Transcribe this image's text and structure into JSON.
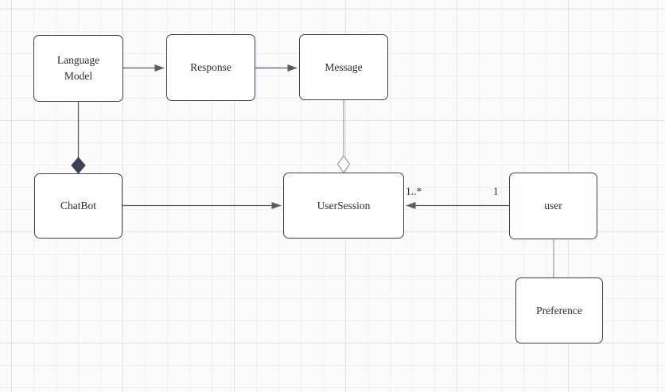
{
  "diagram": {
    "type": "uml-class-diagram",
    "nodes": [
      {
        "id": "language-model",
        "label": "Language Model"
      },
      {
        "id": "response",
        "label": "Response"
      },
      {
        "id": "message",
        "label": "Message"
      },
      {
        "id": "chatbot",
        "label": "ChatBot"
      },
      {
        "id": "user-session",
        "label": "UserSession"
      },
      {
        "id": "user",
        "label": "user"
      },
      {
        "id": "preference",
        "label": "Preference"
      }
    ],
    "edges": [
      {
        "from": "language-model",
        "to": "response",
        "type": "directed-arrow"
      },
      {
        "from": "response",
        "to": "message",
        "type": "directed-arrow"
      },
      {
        "from": "language-model",
        "to": "chatbot",
        "type": "composition-filled-diamond"
      },
      {
        "from": "message",
        "to": "user-session",
        "type": "aggregation-hollow-diamond"
      },
      {
        "from": "chatbot",
        "to": "user-session",
        "type": "directed-arrow"
      },
      {
        "from": "user",
        "to": "user-session",
        "type": "directed-arrow",
        "multiplicity_target": "1..*",
        "multiplicity_source": "1"
      },
      {
        "from": "user",
        "to": "preference",
        "type": "plain-line"
      }
    ],
    "edge_labels": {
      "user_session_end": "1..*",
      "user_end": "1"
    },
    "colors": {
      "background": "#fbfbfb",
      "grid_minor": "#efefef",
      "grid_major": "#e2e2e2",
      "node_fill": "#ffffff",
      "node_border": "#3b4252",
      "edge_dark": "#565b65",
      "edge_gray": "#9da2a8",
      "text": "#2b2b2b"
    }
  }
}
